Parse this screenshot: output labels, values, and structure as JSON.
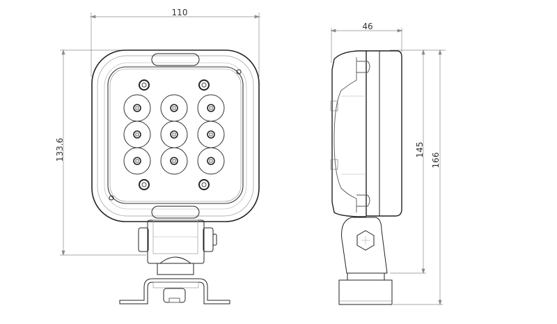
{
  "front_view": {
    "width_label": "110",
    "height_label": "133.6",
    "led_count": 9,
    "screw_count": 4
  },
  "side_view": {
    "depth_label": "46",
    "body_height_label": "145",
    "total_height_label": "166"
  },
  "colors": {
    "outline": "#222222",
    "thin_line": "#9a9a9a",
    "dimension_line": "#8a8a8a"
  }
}
